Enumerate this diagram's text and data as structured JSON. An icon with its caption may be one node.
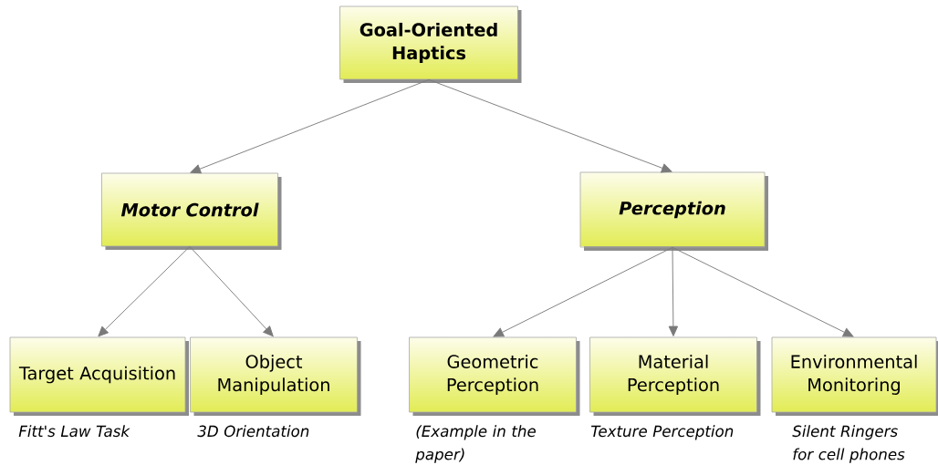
{
  "diagram": {
    "nodes": [
      {
        "text": [
          "Goal-Oriented Haptics"
        ]
      },
      {
        "text": [
          "Motor Control"
        ]
      },
      {
        "text": [
          "Perception"
        ]
      },
      {
        "text": [
          "Target Acquisition"
        ],
        "beside": [
          "Fitt's Law Task"
        ]
      },
      {
        "text": [
          "Object Manipulation"
        ],
        "beside": [
          "3D Orientation"
        ]
      },
      {
        "text": [
          "Geometric Perception"
        ],
        "beside": [
          "(Example in the paper)"
        ]
      },
      {
        "text": [
          "Material Perception"
        ],
        "beside": [
          "Texture Perception"
        ]
      },
      {
        "text": [
          "Environmental Monitoring"
        ],
        "beside": [
          "Silent Ringers for cell phones"
        ]
      }
    ],
    "edges": [
      {
        "from": 0,
        "to": 1,
        "arrow": "to"
      },
      {
        "from": 0,
        "to": 2,
        "arrow": "to"
      },
      {
        "from": 1,
        "to": 3,
        "arrow": "to"
      },
      {
        "from": 1,
        "to": 4,
        "arrow": "to"
      },
      {
        "from": 2,
        "to": 5,
        "arrow": "to"
      },
      {
        "from": 2,
        "to": 6,
        "arrow": "to"
      },
      {
        "from": 2,
        "to": 7,
        "arrow": "to"
      }
    ]
  }
}
